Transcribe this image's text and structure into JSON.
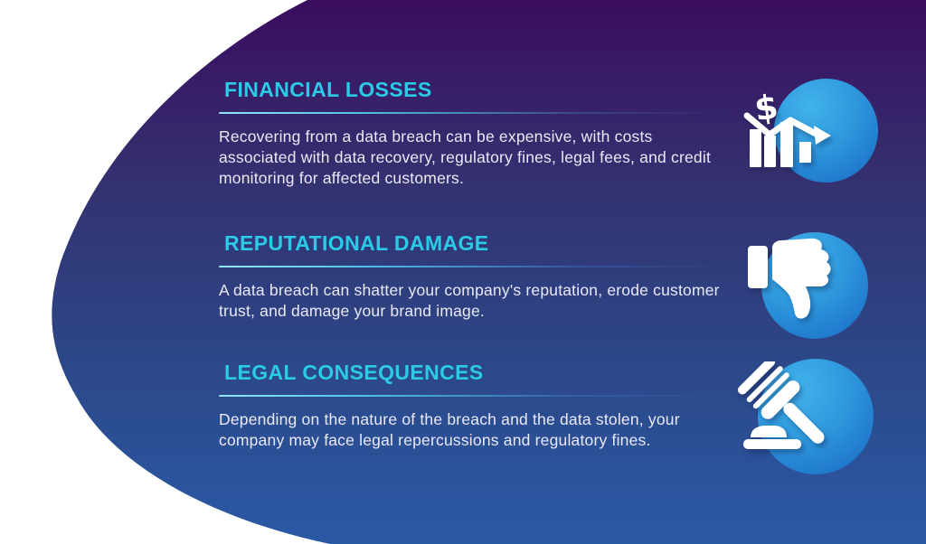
{
  "theme": {
    "background": "#ffffff",
    "blob_gradient_top": "#3b0c60",
    "blob_gradient_mid1": "#34306f",
    "blob_gradient_mid2": "#2c4787",
    "blob_gradient_bottom": "#2a59a6",
    "heading_color": "#2bcbe8",
    "divider_color": "#92e6f7",
    "body_text_color": "#e9e9f5",
    "icon_circle_light": "#41b3ea",
    "icon_circle_dark": "#1d74c9",
    "icon_glyph_color": "#ffffff"
  },
  "sections": [
    {
      "id": "financial-losses",
      "title": "FINANCIAL LOSSES",
      "description": "Recovering from a data breach can be expensive, with costs associated with data recovery, regulatory fines, legal fees, and credit monitoring for affected customers.",
      "icon": "declining-chart-dollar-icon",
      "dollar_glyph": "$"
    },
    {
      "id": "reputational-damage",
      "title": "REPUTATIONAL DAMAGE",
      "description": "A data breach can shatter your company's reputation, erode customer trust, and damage your brand image.",
      "icon": "thumbs-down-icon"
    },
    {
      "id": "legal-consequences",
      "title": "LEGAL CONSEQUENCES",
      "description": "Depending on the nature of the breach and the data stolen, your company may face legal repercussions and regulatory fines.",
      "icon": "gavel-icon"
    }
  ]
}
